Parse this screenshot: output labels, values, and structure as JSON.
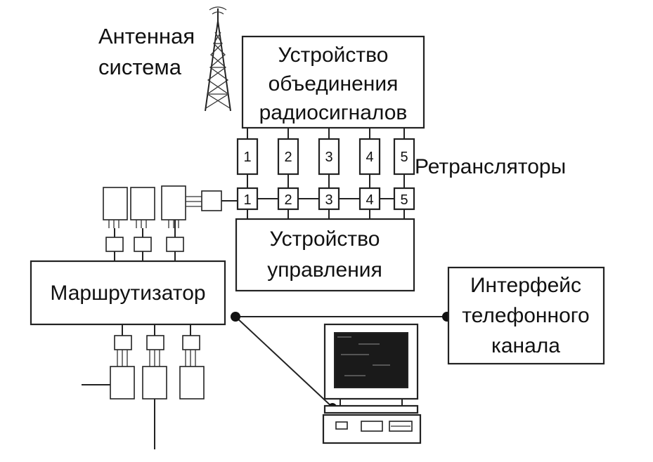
{
  "labels": {
    "antenna_line1": "Антенная",
    "antenna_line2": "система",
    "combiner_line1": "Устройство",
    "combiner_line2": "объединения",
    "combiner_line3": "радиосигналов",
    "repeaters": "Ретрансляторы",
    "control_line1": "Устройство",
    "control_line2": "управления",
    "router": "Маршрутизатор",
    "phone_line1": "Интерфейс",
    "phone_line2": "телефонного",
    "phone_line3": "канала"
  },
  "repeater_numbers_top": [
    "1",
    "2",
    "3",
    "4",
    "5"
  ],
  "repeater_numbers_bottom": [
    "1",
    "2",
    "3",
    "4",
    "5"
  ],
  "colors": {
    "ink": "#222222",
    "screen": "#1a1a1a",
    "background": "#ffffff"
  },
  "icons": [
    "antenna-tower-icon",
    "computer-monitor-icon",
    "system-unit-icon"
  ]
}
